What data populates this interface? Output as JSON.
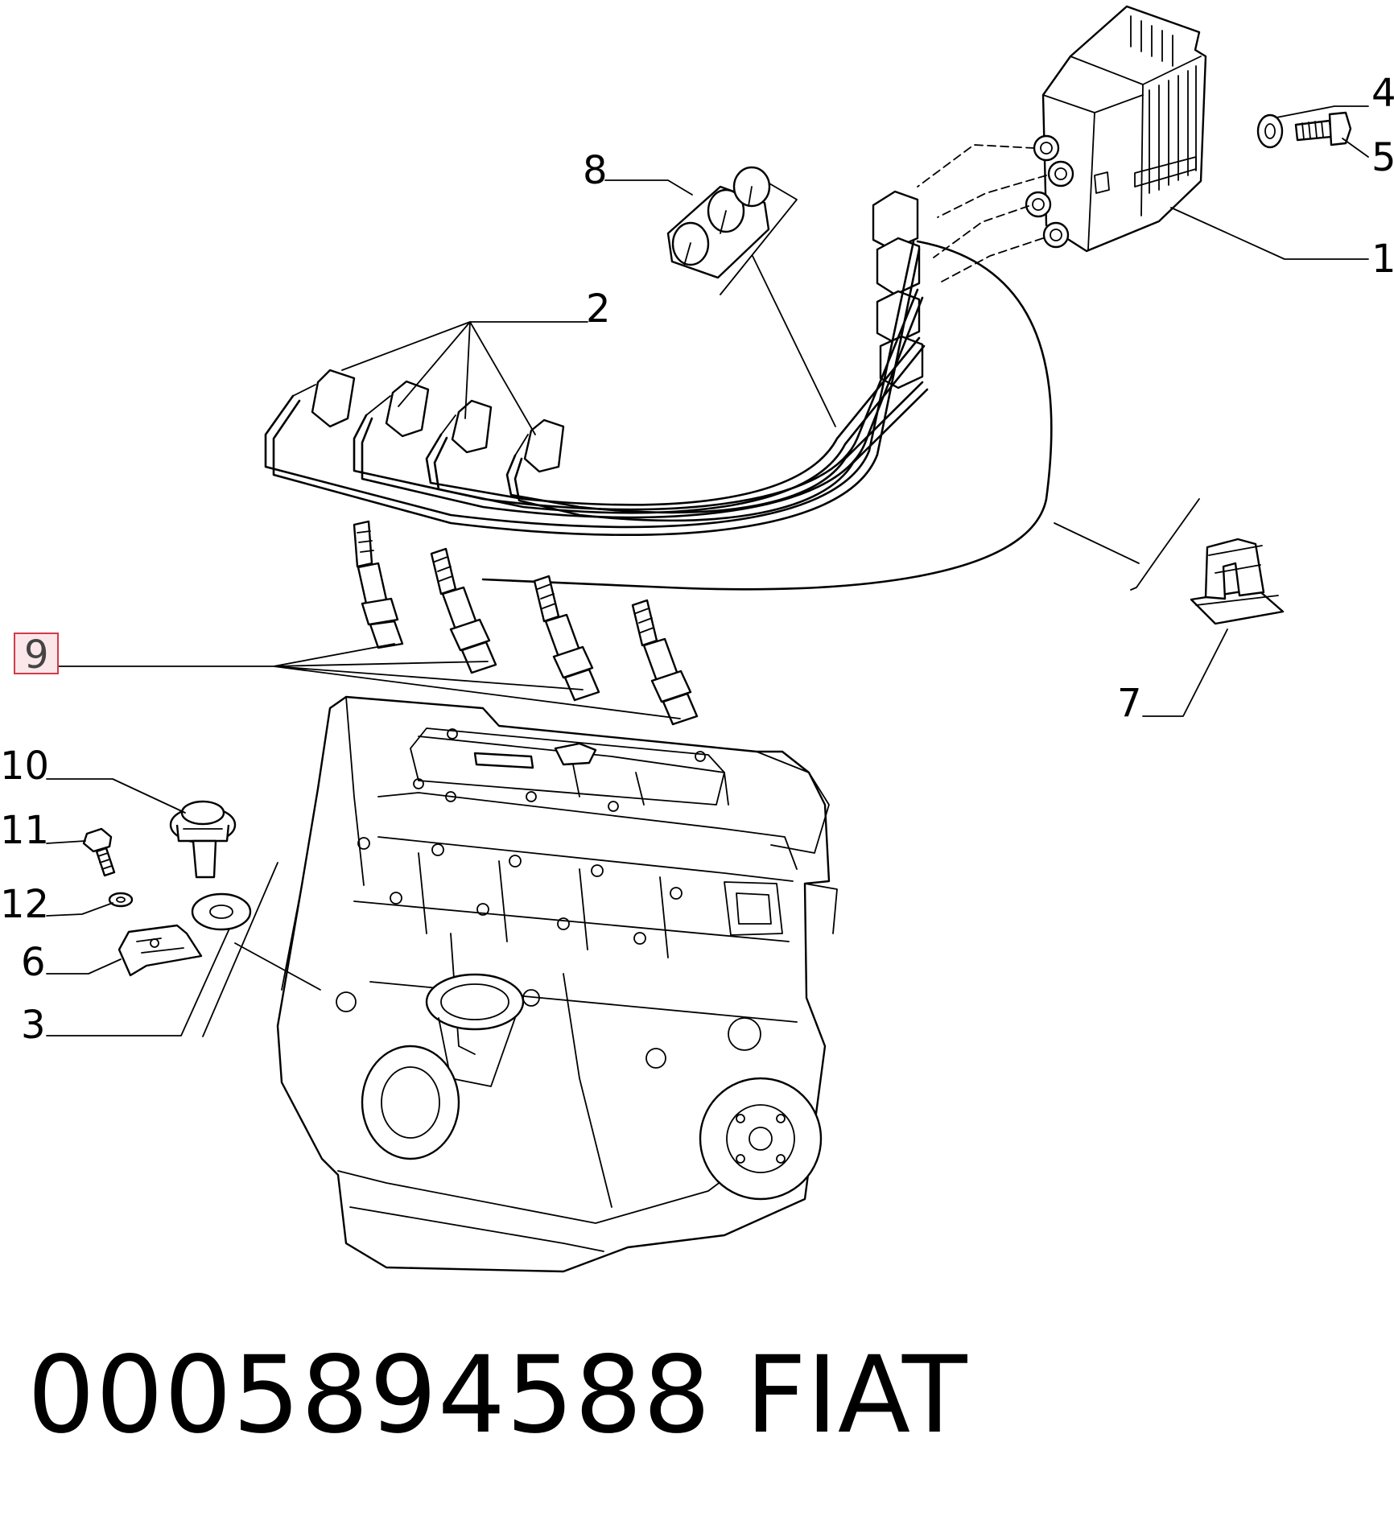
{
  "callouts": {
    "c1": "1",
    "c2": "2",
    "c3": "3",
    "c4": "4",
    "c5": "5",
    "c6": "6",
    "c7": "7",
    "c8": "8",
    "c9": "9",
    "c10": "10",
    "c11": "11",
    "c12": "12"
  },
  "highlighted_callout": "9",
  "highlight_color": "#d33a4a",
  "footer": {
    "part_number": "0005894588",
    "brand": "FIAT"
  }
}
